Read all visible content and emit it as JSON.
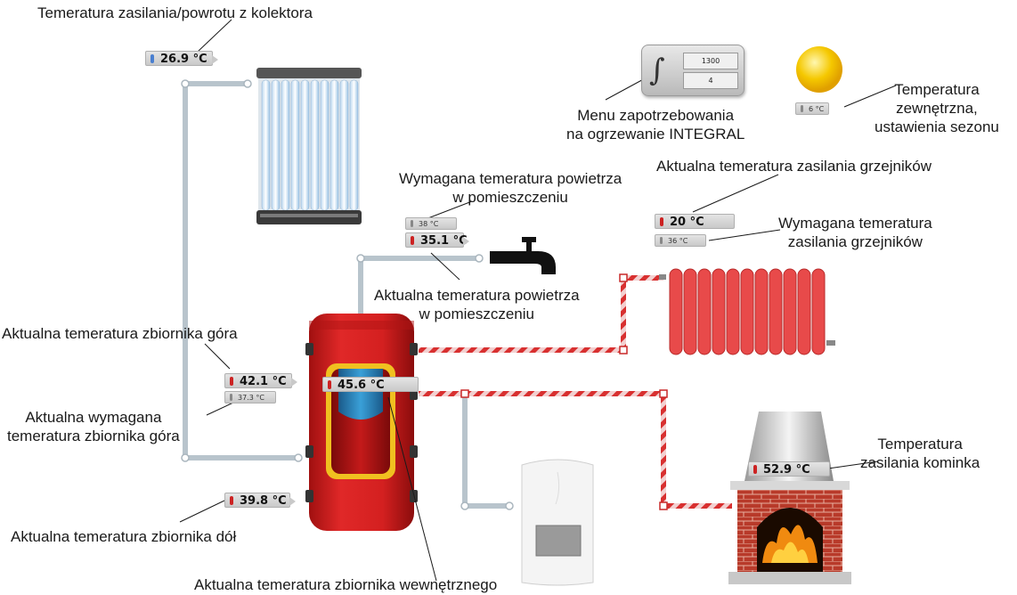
{
  "labels": {
    "collector": "Temeratura zasilania/powrotu z kolektora",
    "integral_menu": "Menu zapotrzebowania\nna ogrzewanie INTEGRAL",
    "outdoor": "Temperatura\nzewnętrzna,\nustawienia sezonu",
    "radiator_actual": "Aktualna temeratura zasilania grzejników",
    "radiator_required": "Wymagana temeratura\nzasilania grzejników",
    "room_required": "Wymagana temeratura powietrza\nw pomieszczeniu",
    "room_actual": "Aktualna temeratura powietrza\nw pomieszczeniu",
    "tank_top_actual": "Aktualna temeratura zbiornika góra",
    "tank_top_required": "Aktualna wymagana\ntemeratura zbiornika góra",
    "tank_bottom": "Aktualna temeratura zbiornika dół",
    "tank_inner": "Aktualna temeratura zbiornika wewnętrznego",
    "fireplace": "Temperatura\nzasilania kominka"
  },
  "readings": {
    "collector": "26.9 °C",
    "outdoor": "6 °C",
    "radiator_actual": "20 °C",
    "radiator_required": "36 °C",
    "room_required": "38 °C",
    "room_actual": "35.1 °C",
    "tank_top_actual": "42.1 °C",
    "tank_top_required": "37.3 °C",
    "tank_bottom": "39.8 °C",
    "tank_inner": "45.6 °C",
    "fireplace": "52.9 °C"
  },
  "integral_panel": {
    "symbol": "∫",
    "value_top": "1300",
    "value_bottom": "4"
  },
  "colors": {
    "pipe_cold": "#b8c4cc",
    "pipe_hot": "#d83030",
    "tank": "#d42020",
    "radiator": "#e84a4a"
  }
}
